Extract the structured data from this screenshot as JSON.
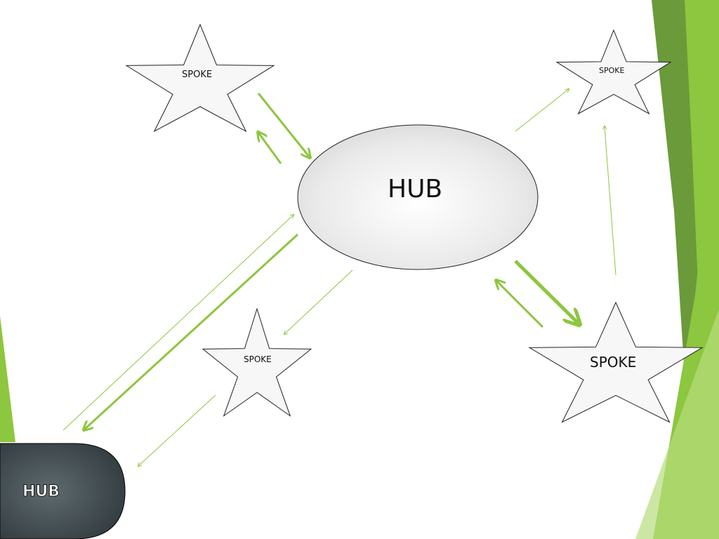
{
  "diagram": {
    "main_hub": {
      "label": "HUB"
    },
    "corner_hub": {
      "label": "HUB"
    },
    "spokes": [
      {
        "id": "top-left",
        "label": "SPOKE"
      },
      {
        "id": "top-right",
        "label": "SPOKE"
      },
      {
        "id": "middle",
        "label": "SPOKE"
      },
      {
        "id": "bottom-right",
        "label": "SPOKE"
      }
    ]
  },
  "colors": {
    "accent_green": "#8dc63f",
    "dark_green": "#6a9a3a",
    "hub_fill_light": "#e8e8e8",
    "corner_hub_fill": "#3f4a4f"
  }
}
